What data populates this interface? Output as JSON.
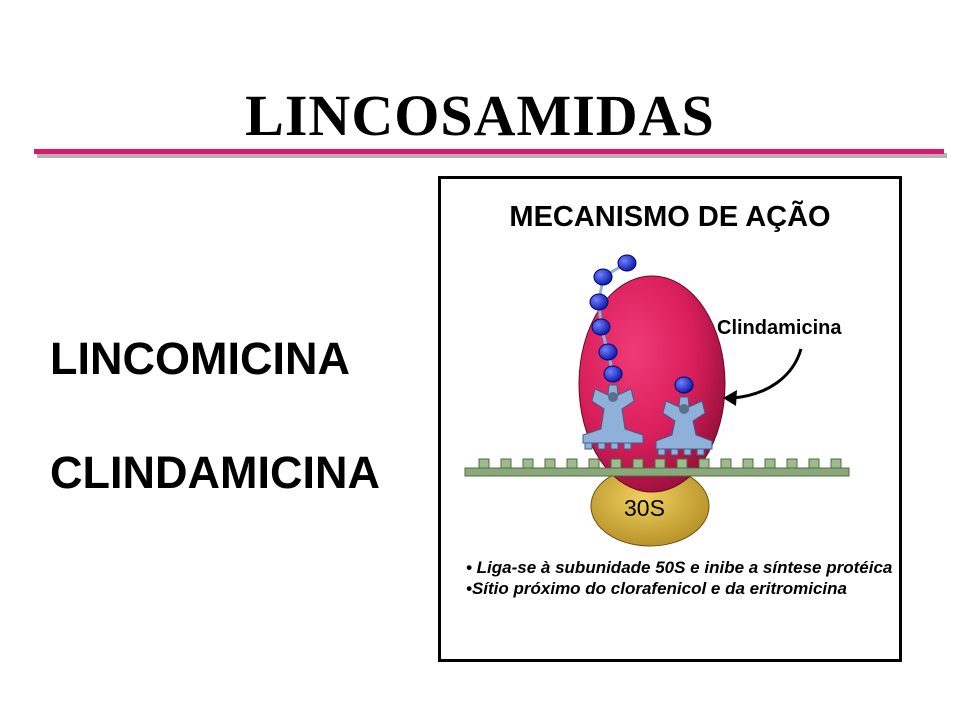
{
  "title": "LINCOSAMIDAS",
  "drugs": [
    "LINCOMICINA",
    "CLINDAMICINA"
  ],
  "mechanism": {
    "title": "MECANISMO DE AÇÃO",
    "drug_label": "Clindamicina",
    "subunit_label": "30S",
    "bullets": [
      "• Liga-se à subunidade 50S e inibe a síntese protéica",
      "•Sítio próximo do clorafenicol e da eritromicina"
    ]
  },
  "colors": {
    "title_rule": "#e0156b",
    "large_subunit": "#d81e5b",
    "small_subunit": "#d6b245",
    "mrna": "#8aa87a",
    "trna": "#8fb0d9",
    "amino_acid": "#1f2fd6"
  }
}
